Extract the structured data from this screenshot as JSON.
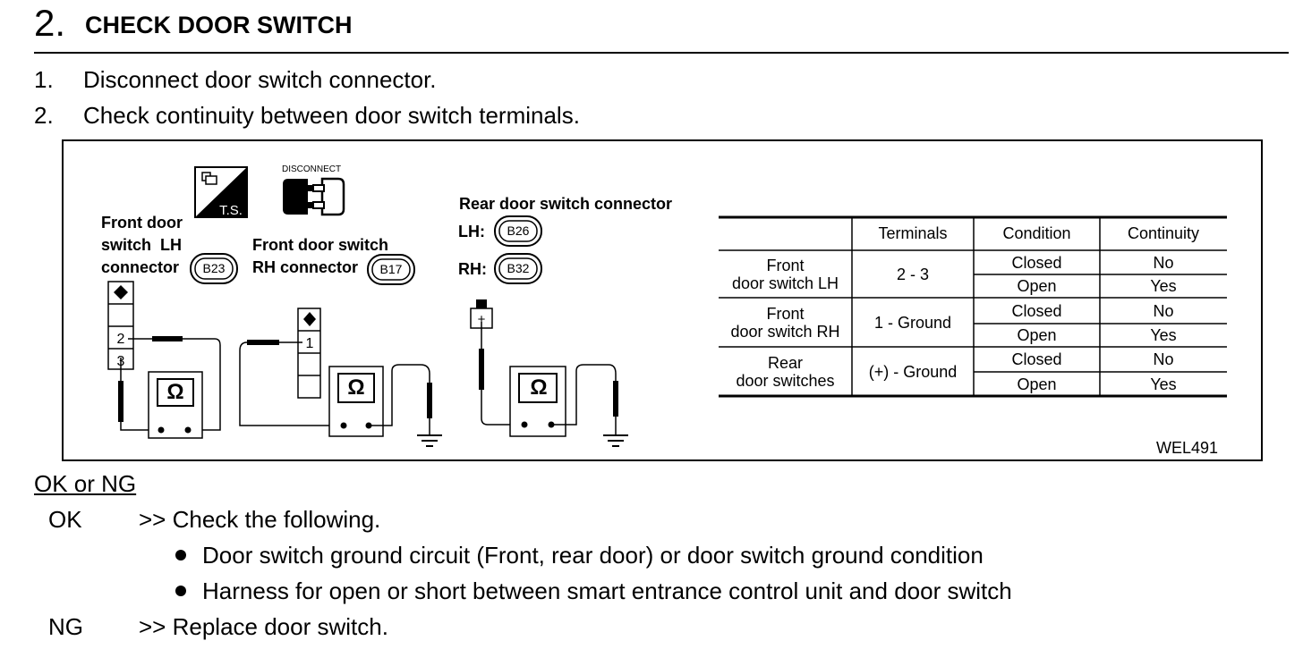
{
  "step": {
    "number": "2.",
    "title": "CHECK DOOR SWITCH"
  },
  "instructions": [
    {
      "num": "1.",
      "text": "Disconnect door switch connector."
    },
    {
      "num": "2.",
      "text": "Check continuity between door switch terminals."
    }
  ],
  "figure": {
    "ts_icon": "T.S.",
    "disconnect_label": "DISCONNECT",
    "lh_connector": {
      "line1": "Front door",
      "line2": "switch  LH",
      "line3": "connector",
      "code": "B23",
      "pins": [
        "2",
        "3"
      ]
    },
    "rh_connector": {
      "line1": "Front door switch",
      "line2": "RH connector",
      "code": "B17",
      "pins": [
        "1"
      ]
    },
    "rear_connector": {
      "title": "Rear door switch connector",
      "lh_label": "LH:",
      "lh_code": "B26",
      "rh_label": "RH:",
      "rh_code": "B32",
      "pin": "+"
    },
    "ohm_symbol": "Ω",
    "figure_id": "WEL491"
  },
  "table": {
    "headers": [
      "Terminals",
      "Condition",
      "Continuity"
    ],
    "groups": [
      {
        "name1": "Front",
        "name2": "door switch LH",
        "terminals": "2 - 3",
        "rows": [
          {
            "condition": "Closed",
            "continuity": "No"
          },
          {
            "condition": "Open",
            "continuity": "Yes"
          }
        ]
      },
      {
        "name1": "Front",
        "name2": "door switch RH",
        "terminals": "1 - Ground",
        "rows": [
          {
            "condition": "Closed",
            "continuity": "No"
          },
          {
            "condition": "Open",
            "continuity": "Yes"
          }
        ]
      },
      {
        "name1": "Rear",
        "name2": "door switches",
        "terminals": "(+) - Ground",
        "rows": [
          {
            "condition": "Closed",
            "continuity": "No"
          },
          {
            "condition": "Open",
            "continuity": "Yes"
          }
        ]
      }
    ]
  },
  "result_heading": "OK or NG",
  "ok": {
    "label": "OK",
    "text": ">> Check the following.",
    "bullets": [
      "Door switch ground circuit (Front, rear door) or door switch ground condition",
      "Harness for open or short between smart entrance control unit and door switch"
    ]
  },
  "ng": {
    "label": "NG",
    "text": ">> Replace door switch."
  }
}
